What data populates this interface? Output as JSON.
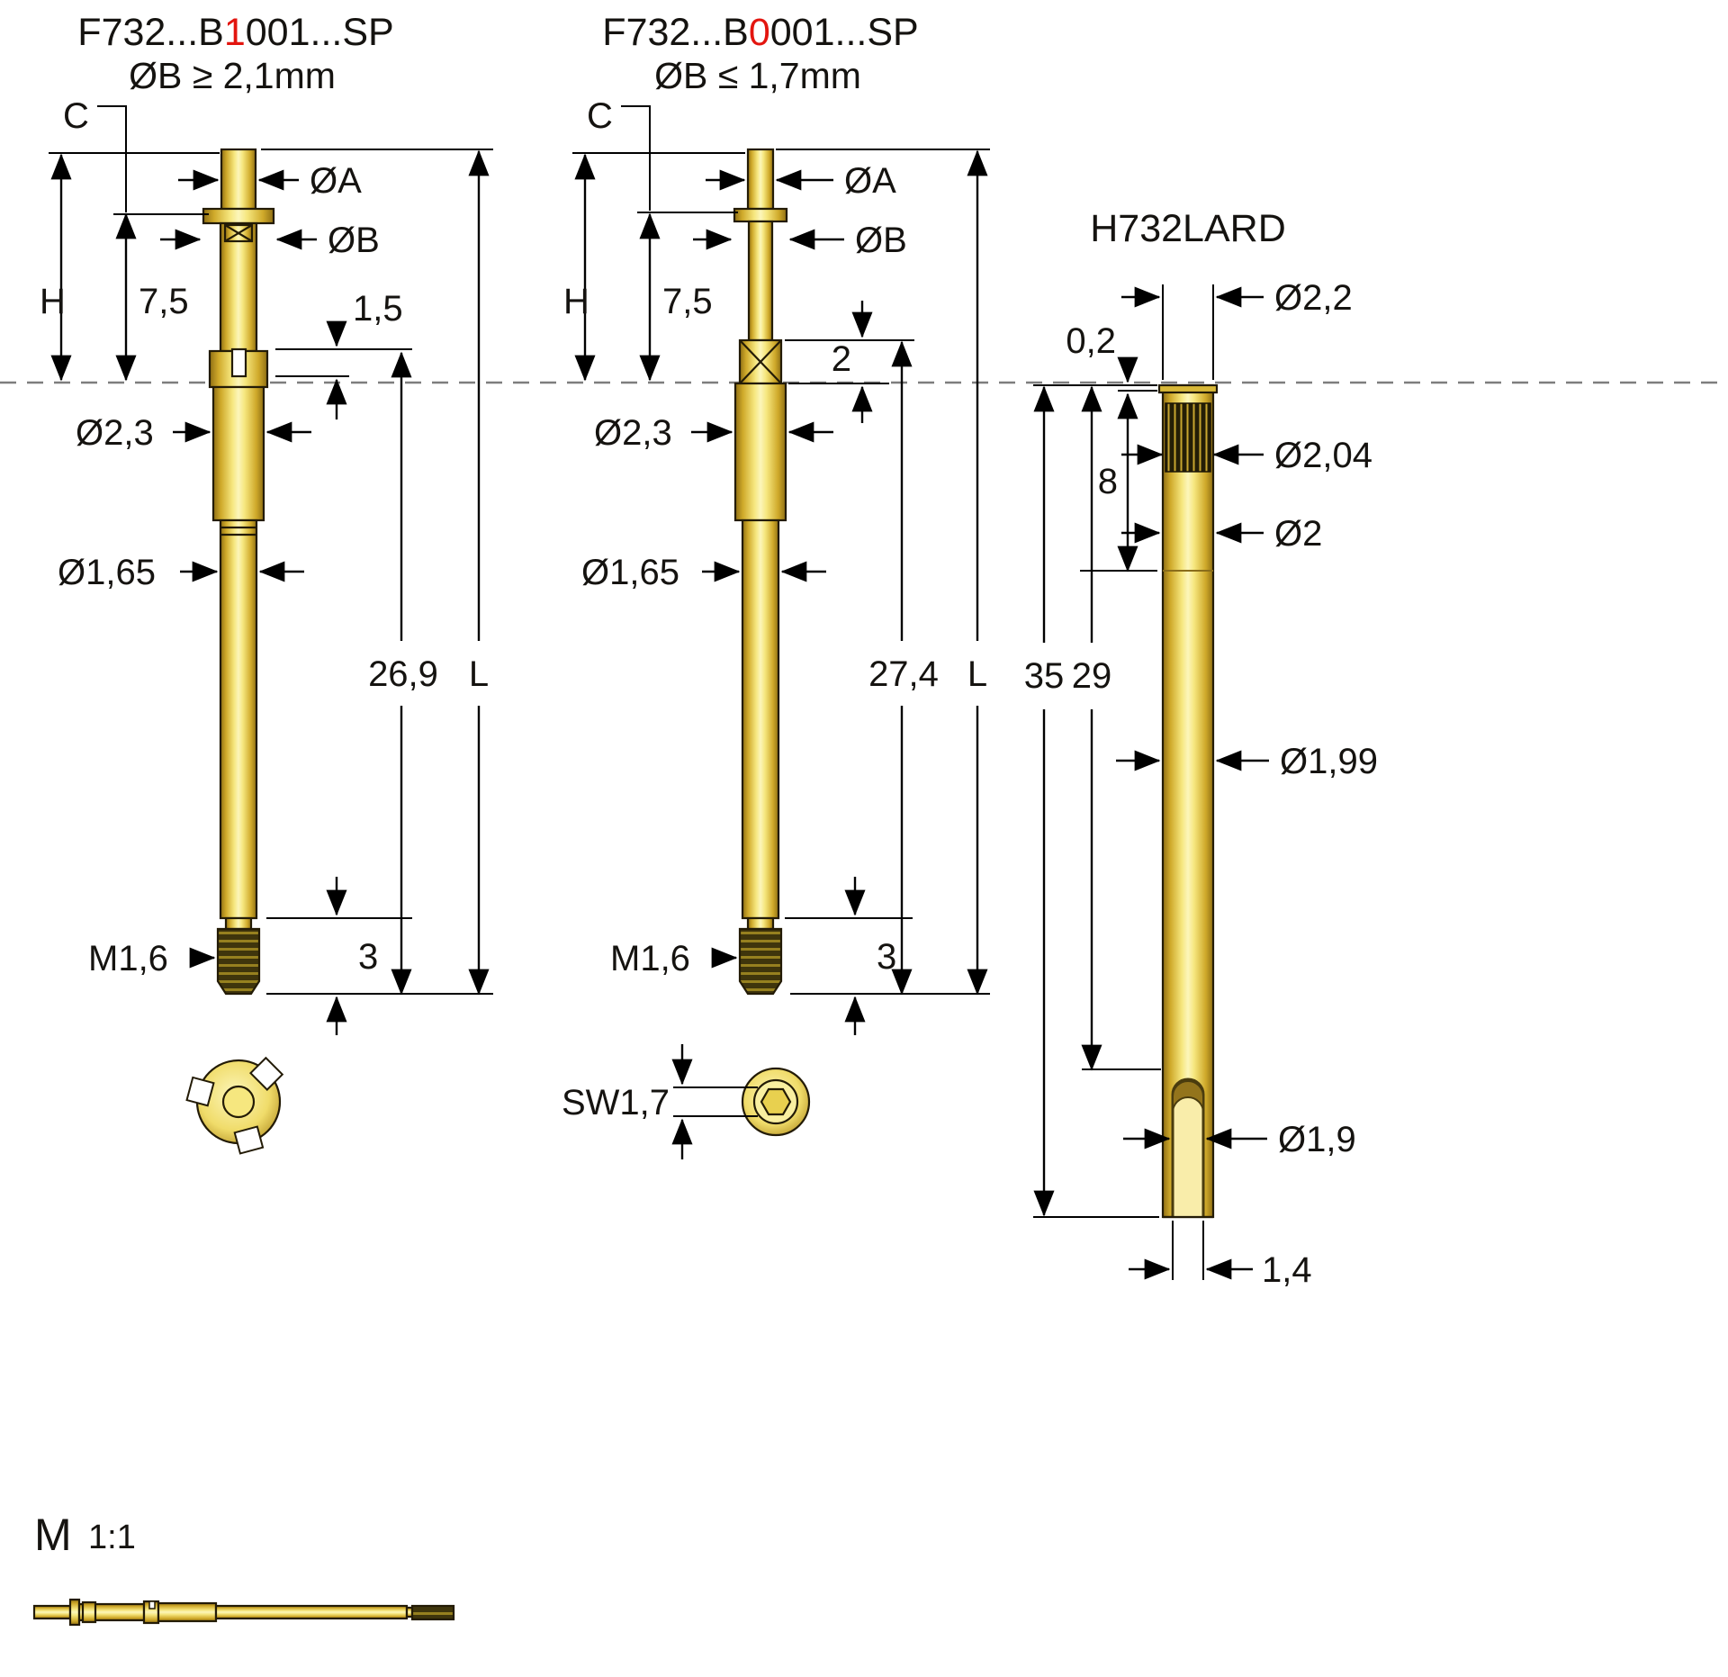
{
  "colors": {
    "gold": "#f2dd6b",
    "gold_dark": "#8f6f14",
    "thread_dark": "#3f350c",
    "accent_red": "#e3150f",
    "line": "#000000",
    "background": "#ffffff"
  },
  "pins": {
    "left": {
      "title_prefix": "F732...B",
      "title_red": "1",
      "title_suffix": "001...SP",
      "subtitle": "ØB ≥ 2,1mm",
      "dims": {
        "c": "C",
        "dia_a": "ØA",
        "dia_b": "ØB",
        "h": "H",
        "flange_to_plane": "7,5",
        "slot_depth": "1,5",
        "dia_barrel": "Ø2,3",
        "dia_shaft": "Ø1,65",
        "below_plane": "26,9",
        "total": "L",
        "thread": "M1,6",
        "thread_len": "3"
      }
    },
    "middle": {
      "title_prefix": "F732...B",
      "title_red": "0",
      "title_suffix": "001...SP",
      "subtitle": "ØB ≤ 1,7mm",
      "dims": {
        "c": "C",
        "dia_a": "ØA",
        "dia_b": "ØB",
        "h": "H",
        "flange_to_plane": "7,5",
        "crimp_len": "2",
        "dia_barrel": "Ø2,3",
        "dia_shaft": "Ø1,65",
        "below_plane": "27,4",
        "total": "L",
        "thread": "M1,6",
        "thread_len": "3",
        "hex": "SW1,7"
      }
    },
    "receptacle": {
      "title": "H732LARD",
      "dims": {
        "lip": "0,2",
        "dia_head": "Ø2,2",
        "press_len": "8",
        "dia_knurl": "Ø2,04",
        "dia_shank": "Ø2",
        "total_len": "35",
        "inner_len": "29",
        "dia_body": "Ø1,99",
        "dia_tip": "Ø1,9",
        "tip_opening": "1,4"
      }
    },
    "scale": {
      "m": "M",
      "ratio": "1:1"
    }
  }
}
